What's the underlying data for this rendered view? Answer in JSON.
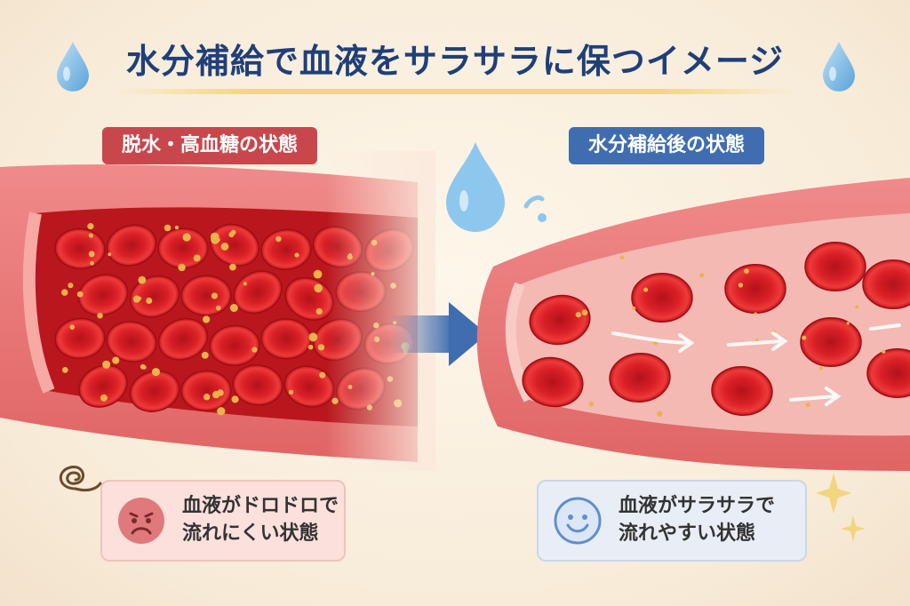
{
  "title": "水分補給で血液をサラサラに保つイメージ",
  "left_panel": {
    "label": "脱水・高血糖の状態",
    "status_line1": "血液がドロドロで",
    "status_line2": "流れにくい状態",
    "face_icon": "sad-face-icon",
    "color": "#c8474d"
  },
  "right_panel": {
    "label": "水分補給後の状態",
    "status_line1": "血液がサラサラで",
    "status_line2": "流れやすい状態",
    "face_icon": "smile-face-icon",
    "color": "#3f6db0"
  },
  "icons": [
    "water-drop-icon",
    "arrow-right-icon",
    "sparkle-icon",
    "scribble-icon"
  ]
}
